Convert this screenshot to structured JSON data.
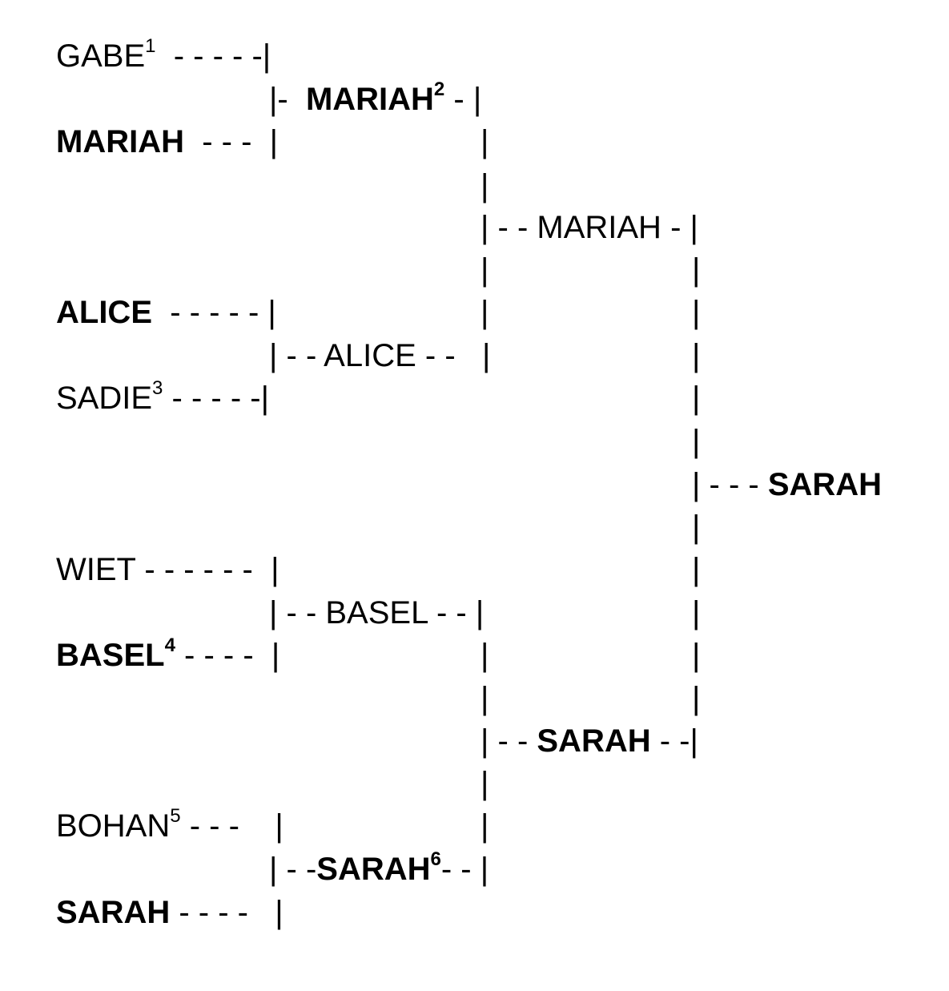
{
  "dash_glyph": "-",
  "bar_glyph": "|",
  "entries": [
    {
      "id": "gabe",
      "round": 1,
      "name": "GABE",
      "sup": "1",
      "bold": false,
      "sup_bold": false,
      "pre": "",
      "post": "  - - - - -|"
    },
    {
      "id": "mariah-r2",
      "round": 2,
      "name": "MARIAH",
      "sup": "2",
      "bold": true,
      "sup_bold": true,
      "pre": "|-  ",
      "post": " - |"
    },
    {
      "id": "mariah-r1",
      "round": 1,
      "name": "MARIAH",
      "sup": "",
      "bold": true,
      "sup_bold": false,
      "pre": "",
      "post": "  - - -  |"
    },
    {
      "id": "mariah-r3",
      "round": 3,
      "name": "MARIAH",
      "sup": "",
      "bold": false,
      "sup_bold": false,
      "pre": "| - - ",
      "post": " - |"
    },
    {
      "id": "alice-r1",
      "round": 1,
      "name": "ALICE",
      "sup": "",
      "bold": true,
      "sup_bold": false,
      "pre": "",
      "post": "  - - - - - |"
    },
    {
      "id": "alice-r2",
      "round": 2,
      "name": "ALICE",
      "sup": "",
      "bold": false,
      "sup_bold": false,
      "pre": "| - - ",
      "post": " - -   |"
    },
    {
      "id": "sadie",
      "round": 1,
      "name": "SADIE",
      "sup": "3",
      "bold": false,
      "sup_bold": false,
      "pre": "",
      "post": " - - - - -|"
    },
    {
      "id": "sarah-final",
      "round": 4,
      "name": "SARAH",
      "sup": "",
      "bold": true,
      "sup_bold": false,
      "pre": "| - - - ",
      "post": ""
    },
    {
      "id": "wiet",
      "round": 1,
      "name": "WIET",
      "sup": "",
      "bold": false,
      "sup_bold": false,
      "pre": "",
      "post": " - - - - - -  |"
    },
    {
      "id": "basel-r2",
      "round": 2,
      "name": "BASEL",
      "sup": "",
      "bold": false,
      "sup_bold": false,
      "pre": "| - - ",
      "post": " - - |"
    },
    {
      "id": "basel-r1",
      "round": 1,
      "name": "BASEL",
      "sup": "4",
      "bold": true,
      "sup_bold": true,
      "pre": "",
      "post": " - - - -  |"
    },
    {
      "id": "sarah-r3",
      "round": 3,
      "name": "SARAH",
      "sup": "",
      "bold": true,
      "sup_bold": false,
      "pre": "| - - ",
      "post": " - -|"
    },
    {
      "id": "bohan",
      "round": 1,
      "name": "BOHAN",
      "sup": "5",
      "bold": false,
      "sup_bold": false,
      "pre": "",
      "post": " - - -    |"
    },
    {
      "id": "sarah-r2",
      "round": 2,
      "name": "SARAH",
      "sup": "6",
      "bold": true,
      "sup_bold": true,
      "pre": "| - -",
      "post": "- - |"
    },
    {
      "id": "sarah-r1",
      "round": 1,
      "name": "SARAH",
      "sup": "",
      "bold": true,
      "sup_bold": false,
      "pre": "",
      "post": " - - - -   |"
    }
  ]
}
